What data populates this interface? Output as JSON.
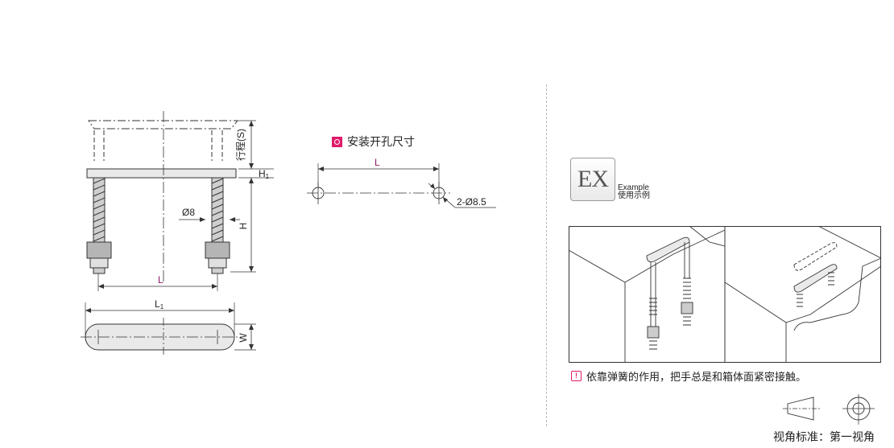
{
  "left_drawing": {
    "labels": {
      "stroke": "行程(S)",
      "h1": "H",
      "h1_sub": "1",
      "h": "H",
      "dia": "Ø8",
      "l": "L",
      "l1": "L",
      "l1_sub": "1",
      "w": "W"
    }
  },
  "mounting": {
    "title": "安装开孔尺寸",
    "l": "L",
    "hole": "2-Ø8.5"
  },
  "example": {
    "badge": "EX",
    "label_en": "Example",
    "label_cn": "使用示例",
    "note": "依靠弹簧的作用，把手总是和箱体面紧密接触。"
  },
  "projection": {
    "label": "视角标准：第一视角"
  },
  "colors": {
    "accent": "#e01b6a",
    "dimension_text": "#8b1a6b",
    "line": "#333333"
  }
}
